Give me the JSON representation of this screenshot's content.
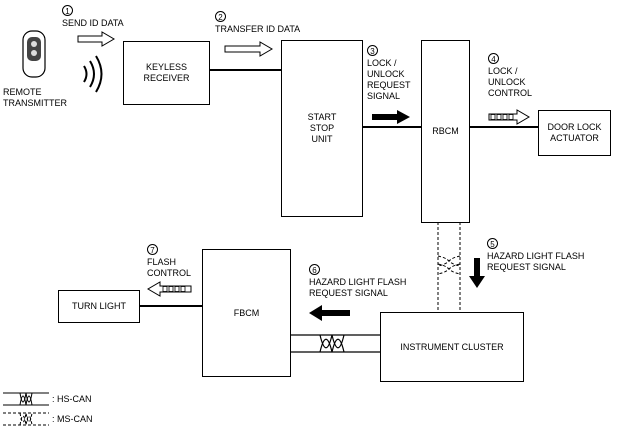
{
  "blocks": {
    "remote": "REMOTE\nTRANSMITTER",
    "keyless": "KEYLESS\nRECEIVER",
    "start_stop": "START\nSTOP\nUNIT",
    "rbcm": "RBCM",
    "door_lock": "DOOR LOCK\nACTUATOR",
    "fbcm": "FBCM",
    "turn_light": "TURN LIGHT",
    "instrument_cluster": "INSTRUMENT CLUSTER"
  },
  "steps": [
    {
      "num": "1",
      "text": "SEND ID DATA"
    },
    {
      "num": "2",
      "text": "TRANSFER ID DATA"
    },
    {
      "num": "3",
      "text": "LOCK /\nUNLOCK\nREQUEST\nSIGNAL"
    },
    {
      "num": "4",
      "text": "LOCK /\nUNLOCK\nCONTROL"
    },
    {
      "num": "5",
      "text": "HAZARD LIGHT FLASH\nREQUEST SIGNAL"
    },
    {
      "num": "6",
      "text": "HAZARD LIGHT FLASH\nREQUEST SIGNAL"
    },
    {
      "num": "7",
      "text": "FLASH\nCONTROL"
    }
  ],
  "legend": [
    {
      "label": ": HS-CAN"
    },
    {
      "label": ": MS-CAN"
    }
  ]
}
